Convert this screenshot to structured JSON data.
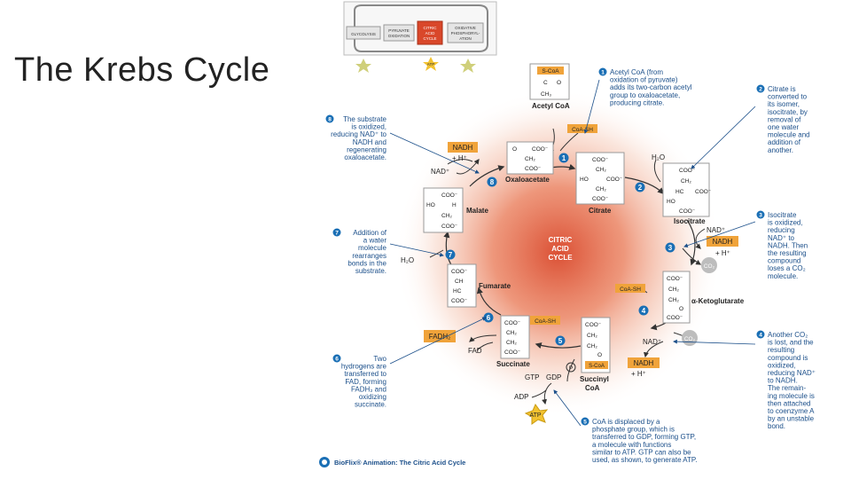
{
  "title": "The Krebs Cycle",
  "overview": {
    "glycolysis": "GLYCOLYSIS",
    "pyruvate_line1": "PYRUVATE",
    "pyruvate_line2": "OXIDATION",
    "citric_line1": "CITRIC",
    "citric_line2": "ACID",
    "citric_line3": "CYCLE",
    "oxphos_line1": "OXIDATIVE",
    "oxphos_line2": "PHOSPHORYL-",
    "oxphos_line3": "ATION",
    "atp": "ATP"
  },
  "cycle_label": {
    "line1": "CITRIC",
    "line2": "ACID",
    "line3": "CYCLE"
  },
  "molecules": {
    "acetyl_coa": "Acetyl CoA",
    "acetyl_coa_box": "S-CoA",
    "oxaloacetate": "Oxaloacetate",
    "citrate": "Citrate",
    "isocitrate": "Isocitrate",
    "ketoglutarate": "α-Ketoglutarate",
    "succinyl_coa_line1": "Succinyl",
    "succinyl_coa_line2": "CoA",
    "succinate": "Succinate",
    "fumarate": "Fumarate",
    "malate": "Malate"
  },
  "chem": {
    "coo": "COO⁻",
    "ch2": "CH₂",
    "ho": "HO",
    "c": "C",
    "h": "H",
    "ch3": "CH₃",
    "o": "O",
    "hc": "HC",
    "ch": "CH"
  },
  "cofactors": {
    "coash_top": "CoA-SH",
    "coash_mid": "CoA-SH",
    "coash_bottom": "CoA-SH",
    "h2o_top": "H₂O",
    "h2o_left": "H₂O",
    "nad_plus_3": "NAD⁺",
    "nadh_3": "NADH",
    "hplus_3": "+ H⁺",
    "co2_3": "CO₂",
    "nad_plus_4": "NAD⁺",
    "nadh_4": "NADH",
    "hplus_4": "+ H⁺",
    "co2_4": "CO₂",
    "nadh_8": "NADH",
    "hplus_8": "+ H⁺",
    "nad_plus_8": "NAD⁺",
    "fadh2": "FADH₂",
    "fad": "FAD",
    "gtp": "GTP",
    "gdp": "GDP",
    "pi": "P",
    "adp": "ADP",
    "atp": "ATP"
  },
  "step_numbers": [
    "1",
    "2",
    "3",
    "4",
    "5",
    "6",
    "7",
    "8"
  ],
  "annotations": {
    "step1": [
      "Acetyl CoA (from",
      "oxidation of pyruvate)",
      "adds its two-carbon acetyl",
      "group to oxaloacetate,",
      "producing citrate."
    ],
    "step2": [
      "Citrate is",
      "converted to",
      "its isomer,",
      "isocitrate, by",
      "removal of",
      "one water",
      "molecule and",
      "addition of",
      "another."
    ],
    "step3": [
      "Isocitrate",
      "is oxidized,",
      "reducing",
      "NAD⁺ to",
      "NADH. Then",
      "the resulting",
      "compound",
      "loses a CO₂",
      "molecule."
    ],
    "step4": [
      "Another CO₂",
      "is lost, and the",
      "resulting",
      "compound is",
      "oxidized,",
      "reducing NAD⁺",
      "to NADH.",
      "The remain-",
      "ing molecule is",
      "then attached",
      "to coenzyme A",
      "by an unstable",
      "bond."
    ],
    "step5": [
      "CoA is displaced by a",
      "phosphate group, which is",
      "transferred to GDP, forming GTP,",
      "a molecule with functions",
      "similar to ATP. GTP can also be",
      "used, as shown, to generate ATP."
    ],
    "step6": [
      "Two",
      "hydrogens are",
      "transferred to",
      "FAD, forming",
      "FADH₂ and",
      "oxidizing",
      "succinate."
    ],
    "step7": [
      "Addition of",
      "a water",
      "molecule",
      "rearranges",
      "bonds in the",
      "substrate."
    ],
    "step8": [
      "The substrate",
      "is oxidized,",
      "reducing NAD⁺ to",
      "NADH and",
      "regenerating",
      "oxaloacetate."
    ]
  },
  "biofix": "BioFlix® Animation: The Citric Acid Cycle",
  "colors": {
    "annotation": "#1b4f8a",
    "step_circle": "#1a6fb5",
    "highlight": "#f0a33a",
    "glow": "#e04a2a"
  }
}
